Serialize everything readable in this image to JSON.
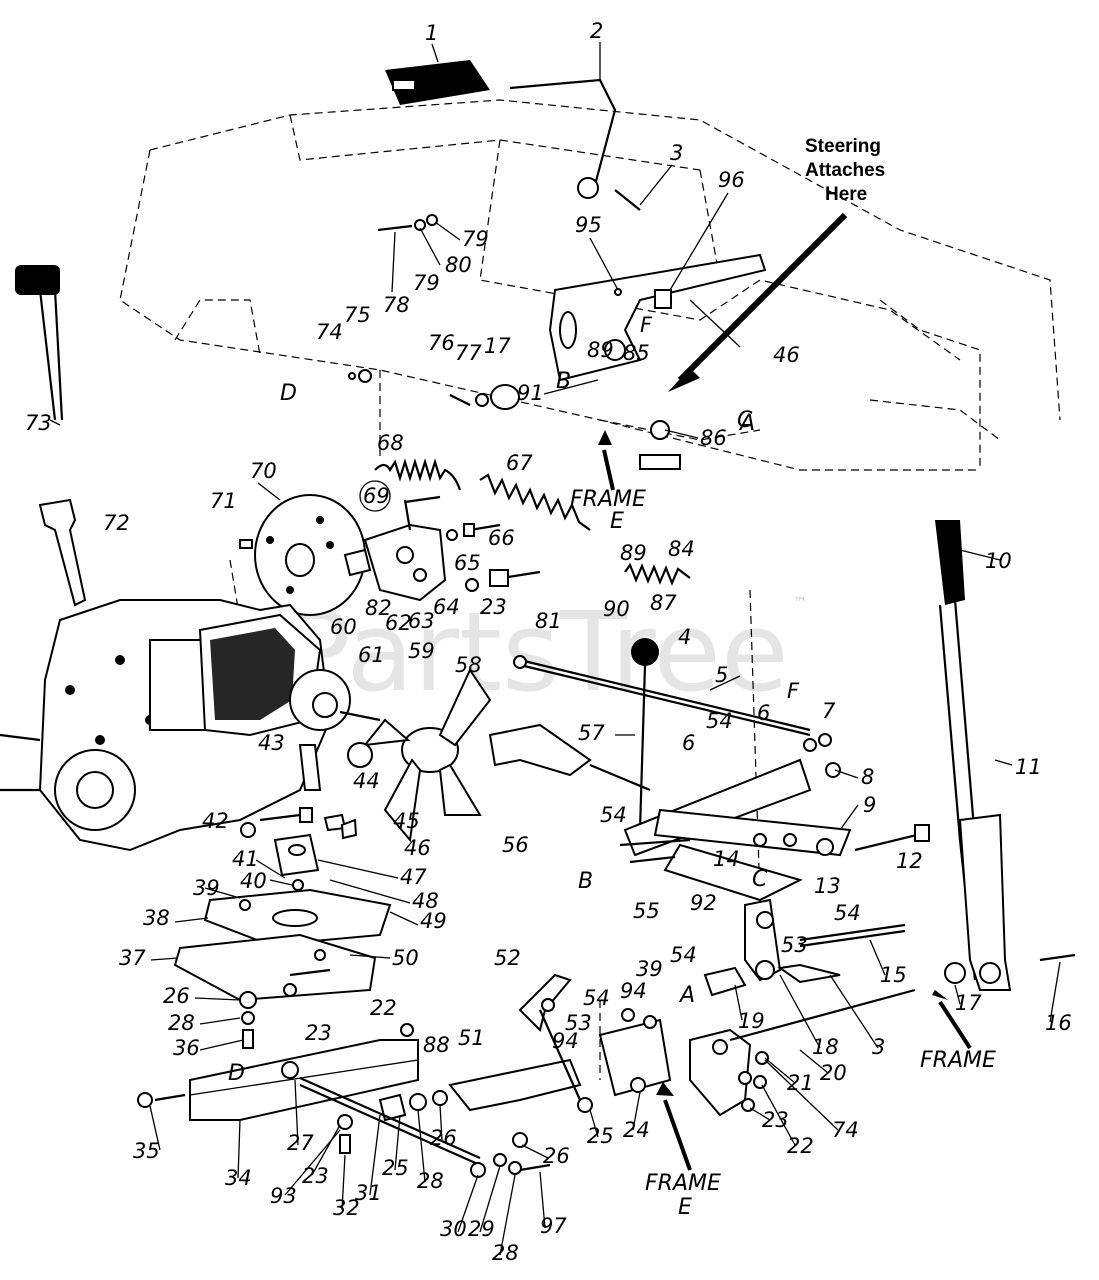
{
  "watermark": "PartsTree",
  "trademark": "™",
  "callouts": {
    "steering": [
      "Steering",
      "Attaches",
      "Here"
    ],
    "frame": "FRAME",
    "frame_e_frame": "FRAME",
    "frame_e_letter": "E",
    "frame_bottom": "FRAME",
    "frame_bottom_letter": "E"
  },
  "letters": {
    "D_top": "D",
    "B_top": "B",
    "C_top": "C",
    "A_top": "A",
    "F_top": "F",
    "F_mid": "F",
    "B_mid": "B",
    "C_mid": "C",
    "A_mid": "A",
    "D_bottom": "D"
  },
  "parts": {
    "p1": "1",
    "p2": "2",
    "p3": "3",
    "p3b": "3",
    "p4": "4",
    "p5": "5",
    "p6": "6",
    "p6b": "6",
    "p7": "7",
    "p8": "8",
    "p9": "9",
    "p10": "10",
    "p11": "11",
    "p12": "12",
    "p13": "13",
    "p14": "14",
    "p15": "15",
    "p16": "16",
    "p17": "17",
    "p17b": "17",
    "p18": "18",
    "p19": "19",
    "p20": "20",
    "p21": "21",
    "p22": "22",
    "p22b": "22",
    "p23": "23",
    "p23b": "23",
    "p23c": "23",
    "p23d": "23",
    "p24": "24",
    "p25": "25",
    "p25b": "25",
    "p26": "26",
    "p26b": "26",
    "p26c": "26",
    "p27": "27",
    "p28": "28",
    "p28b": "28",
    "p28c": "28",
    "p29": "29",
    "p30": "30",
    "p31": "31",
    "p32": "32",
    "p34": "34",
    "p35": "35",
    "p36": "36",
    "p37": "37",
    "p38": "38",
    "p39": "39",
    "p39b": "39",
    "p40": "40",
    "p41": "41",
    "p42": "42",
    "p43": "43",
    "p44": "44",
    "p45": "45",
    "p46": "46",
    "p46b": "46",
    "p47": "47",
    "p48": "48",
    "p49": "49",
    "p50": "50",
    "p51": "51",
    "p52": "52",
    "p53": "53",
    "p53b": "53",
    "p54": "54",
    "p54b": "54",
    "p54c": "54",
    "p54d": "54",
    "p54e": "54",
    "p55": "55",
    "p56": "56",
    "p57": "57",
    "p58": "58",
    "p59": "59",
    "p60": "60",
    "p61": "61",
    "p62": "62",
    "p63": "63",
    "p64": "64",
    "p65": "65",
    "p66": "66",
    "p67": "67",
    "p68": "68",
    "p69": "69",
    "p70": "70",
    "p71": "71",
    "p72": "72",
    "p73": "73",
    "p74": "74",
    "p74b": "74",
    "p75": "75",
    "p76": "76",
    "p77": "77",
    "p78": "78",
    "p79": "79",
    "p79b": "79",
    "p80": "80",
    "p81": "81",
    "p82": "82",
    "p84": "84",
    "p85": "85",
    "p86": "86",
    "p87": "87",
    "p88": "88",
    "p89": "89",
    "p89b": "89",
    "p90": "90",
    "p91": "91",
    "p92": "92",
    "p93": "93",
    "p94": "94",
    "p94b": "94",
    "p95": "95",
    "p96": "96",
    "p97": "97"
  }
}
